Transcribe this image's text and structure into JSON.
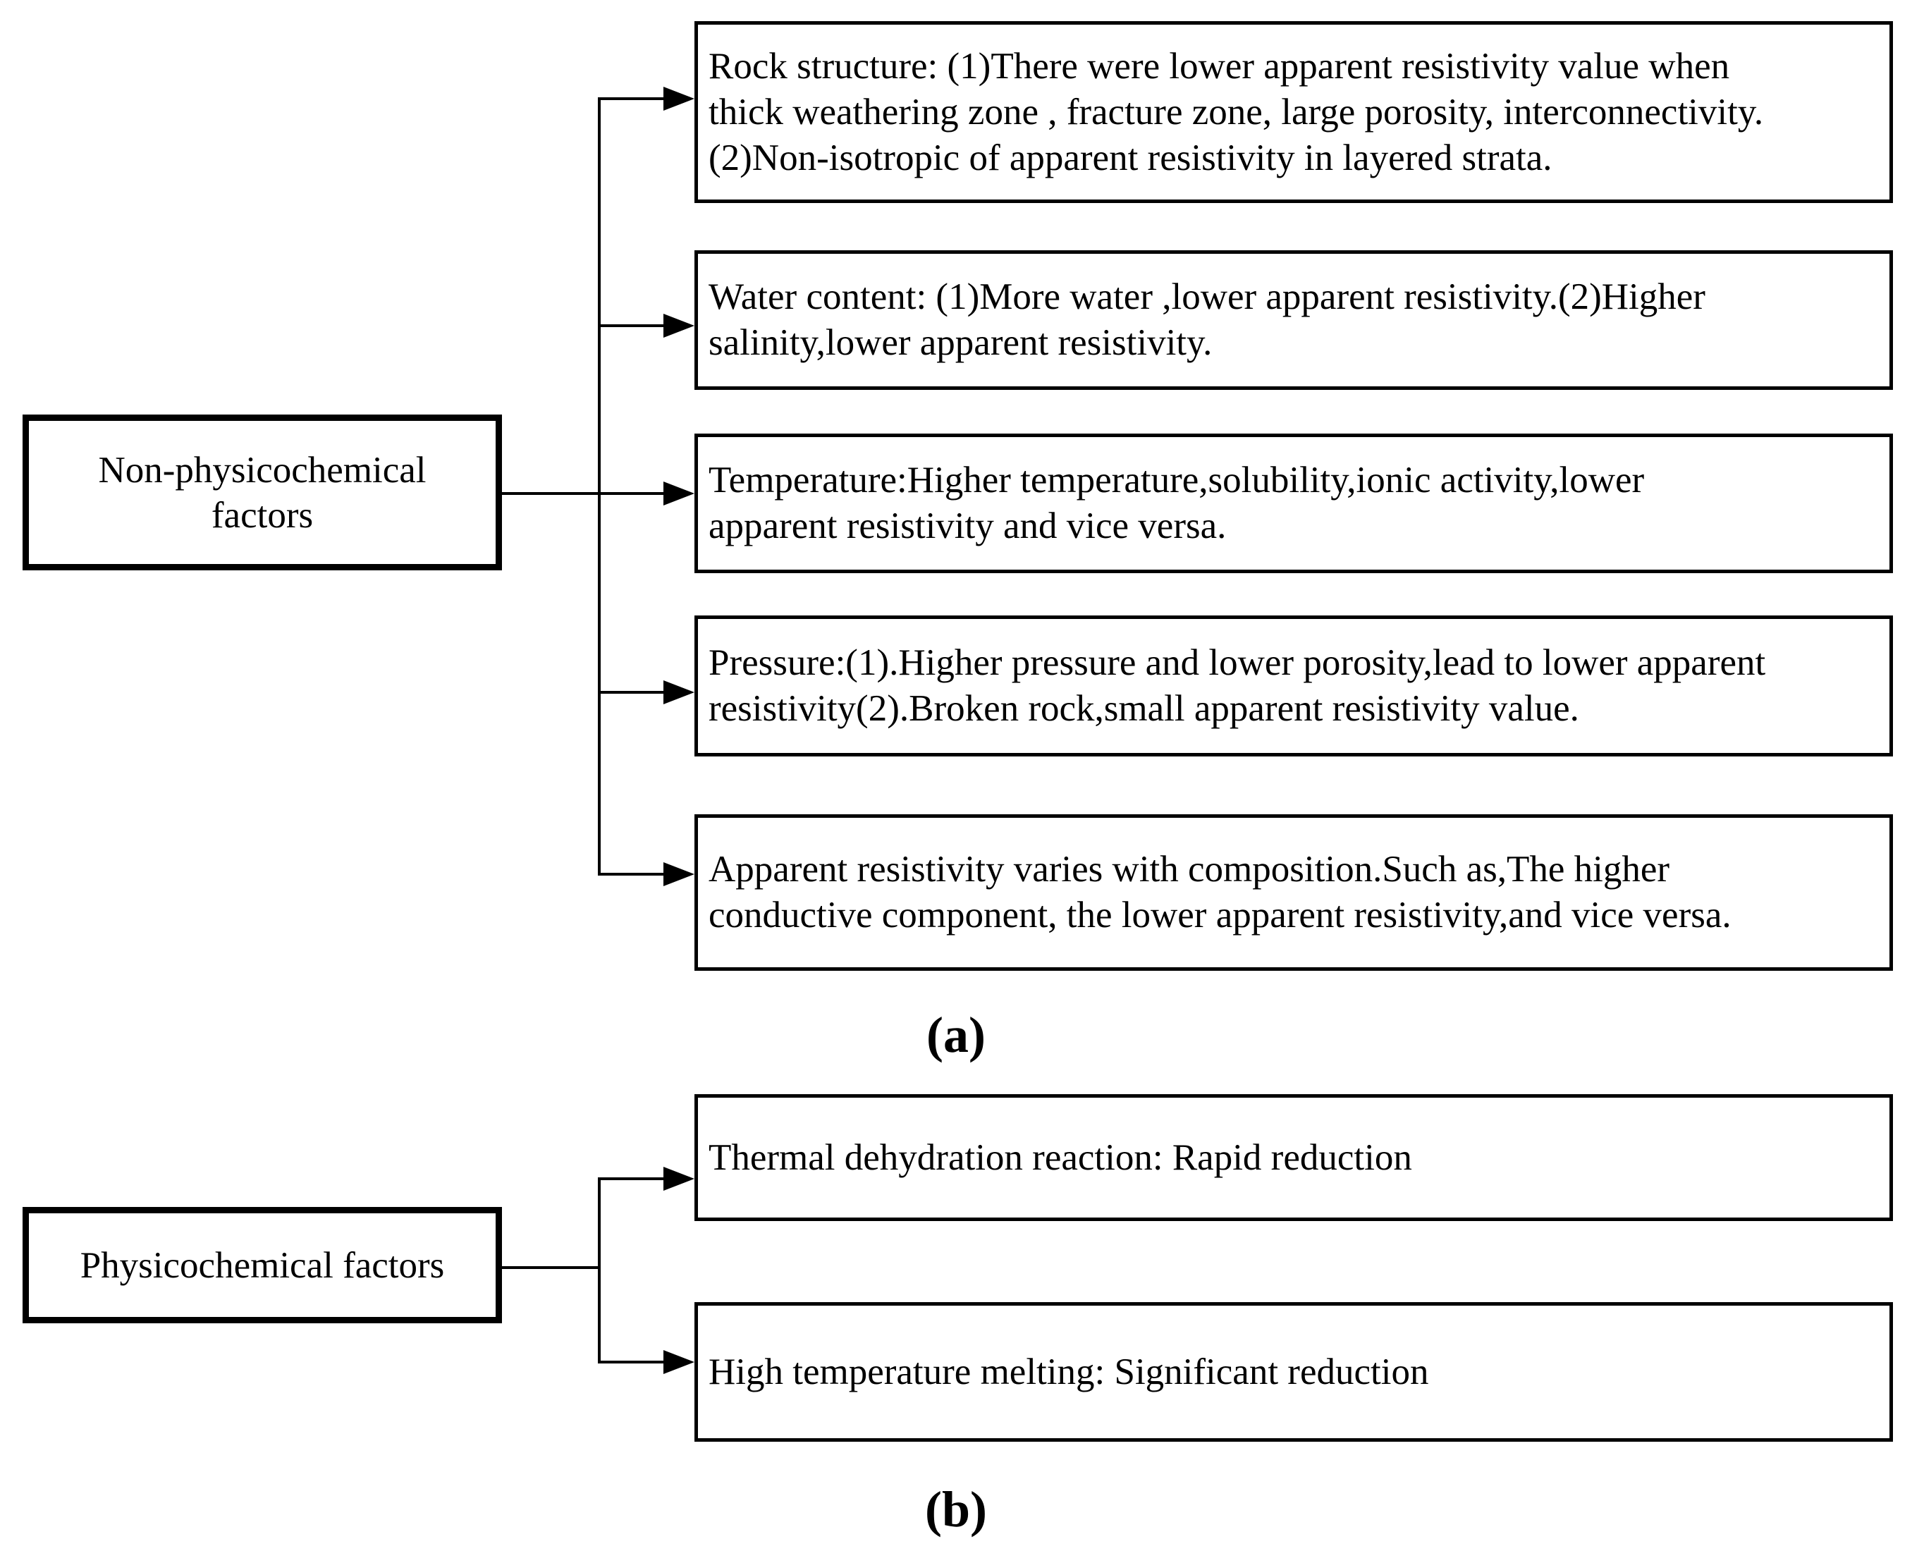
{
  "figure": {
    "colors": {
      "line": "#000000",
      "text": "#000000",
      "background": "#ffffff"
    },
    "panels": [
      {
        "id": "a",
        "label": "(a)",
        "source": {
          "lines": [
            "Non-physicochemical",
            "factors"
          ]
        },
        "targets": [
          {
            "lines": [
              "Rock structure: (1)There were lower apparent resistivity value when",
              "thick weathering zone , fracture zone, large porosity, interconnectivity.",
              "(2)Non-isotropic of apparent resistivity in layered strata."
            ]
          },
          {
            "lines": [
              "Water content: (1)More water ,lower apparent resistivity.(2)Higher",
              "salinity,lower apparent resistivity."
            ]
          },
          {
            "lines": [
              "Temperature:Higher temperature,solubility,ionic activity,lower",
              "apparent resistivity and vice versa."
            ]
          },
          {
            "lines": [
              "Pressure:(1).Higher pressure and lower porosity,lead to lower apparent",
              "resistivity(2).Broken rock,small apparent resistivity value."
            ]
          },
          {
            "lines": [
              "Apparent resistivity varies with composition.Such as,The higher",
              "conductive component, the lower apparent resistivity,and vice versa."
            ]
          }
        ]
      },
      {
        "id": "b",
        "label": "(b)",
        "source": {
          "lines": [
            "Physicochemical factors"
          ]
        },
        "targets": [
          {
            "lines": [
              "Thermal dehydration reaction: Rapid reduction"
            ]
          },
          {
            "lines": [
              "High temperature melting: Significant reduction"
            ]
          }
        ]
      }
    ]
  }
}
